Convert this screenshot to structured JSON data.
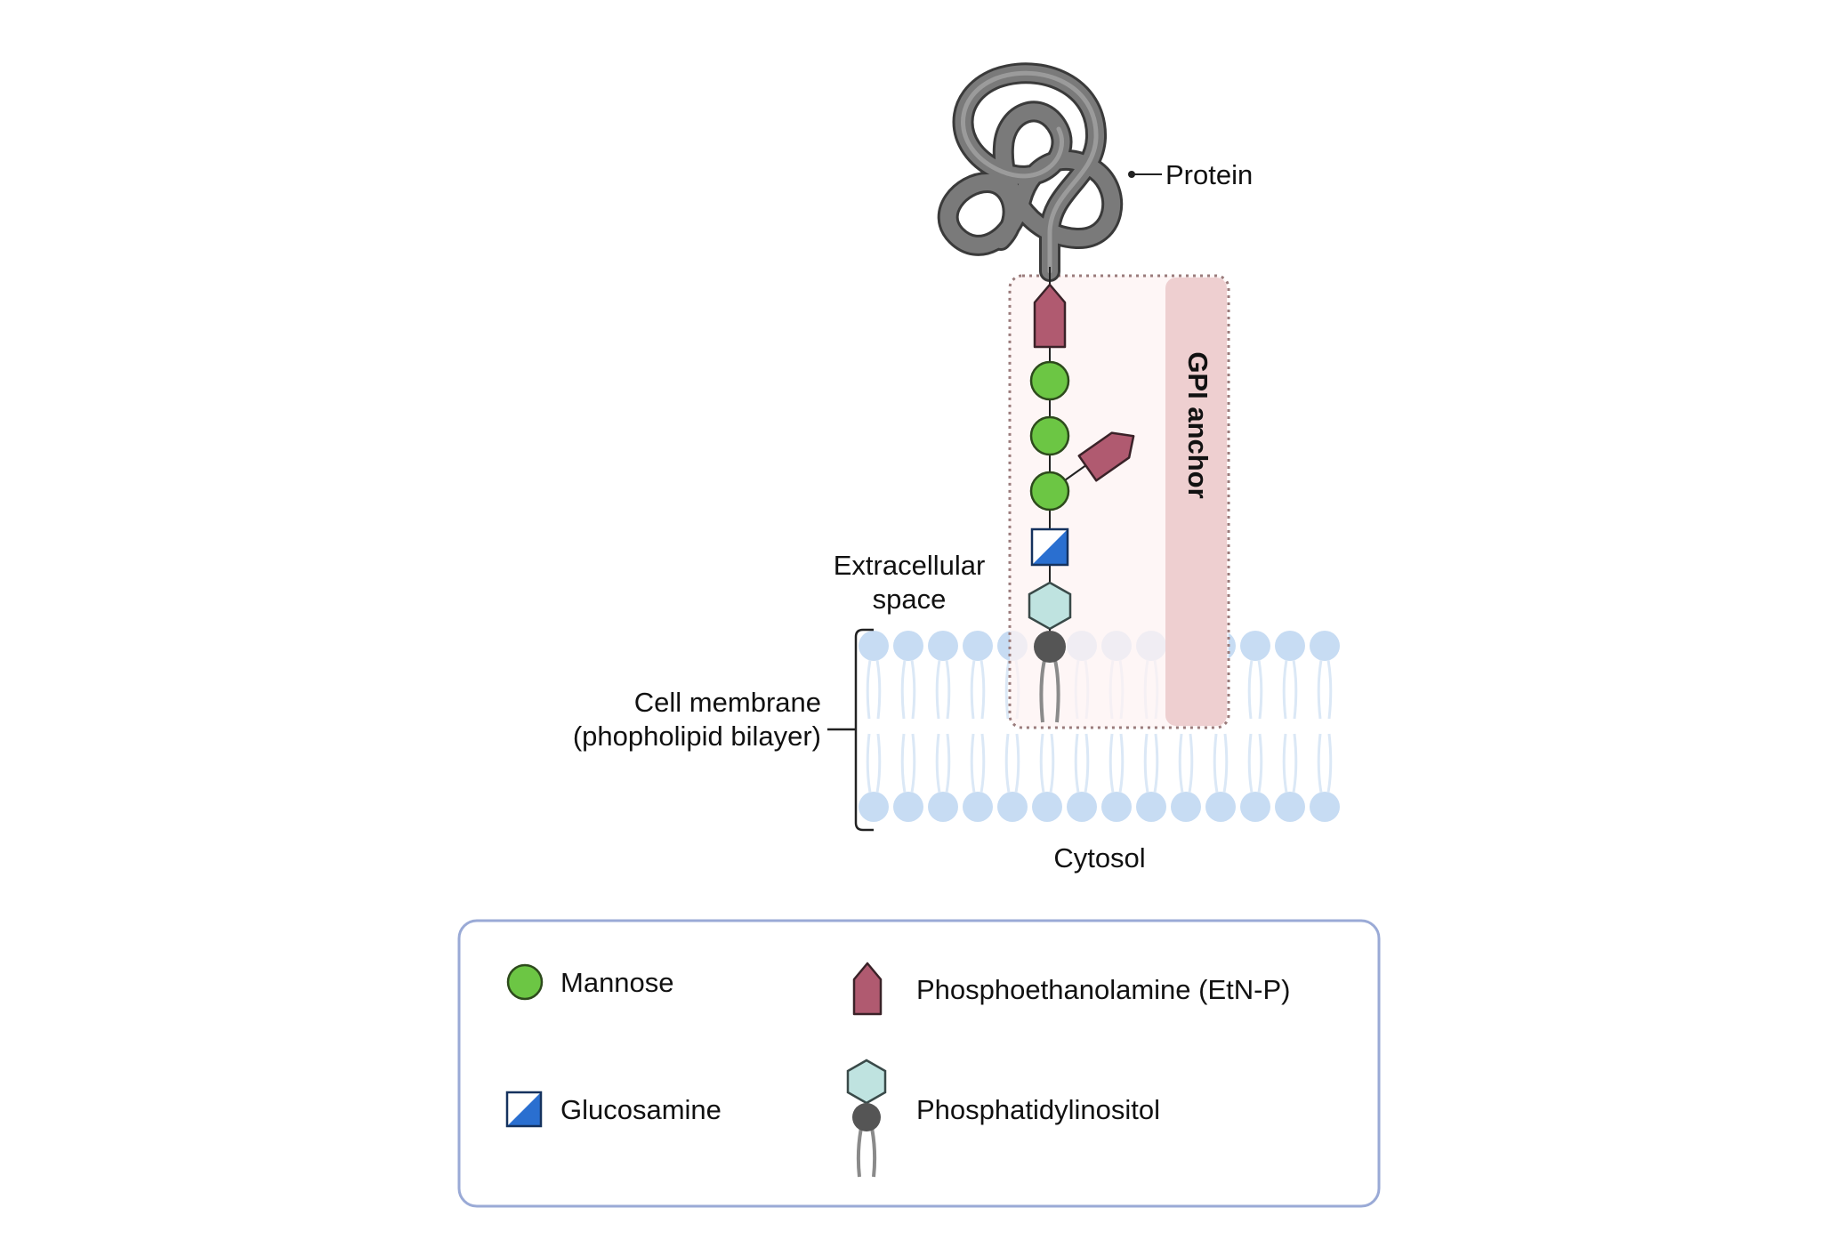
{
  "labels": {
    "protein": "Protein",
    "gpi_anchor": "GPI anchor",
    "extracellular": [
      "Extracellular",
      "space"
    ],
    "membrane": [
      "Cell membrane",
      "(phopholipid bilayer)"
    ],
    "cytosol": "Cytosol"
  },
  "legend": {
    "items": [
      {
        "key": "mannose",
        "label": "Mannose"
      },
      {
        "key": "glucosamine",
        "label": "Glucosamine"
      },
      {
        "key": "etnp",
        "label": "Phosphoethanolamine (EtN-P)"
      },
      {
        "key": "pi",
        "label": "Phosphatidylinositol"
      }
    ]
  },
  "colors": {
    "mannose": "#6cc644",
    "glucosamine": "#2a6fd0",
    "etnp": "#b05a70",
    "inositol": "#bfe3e0",
    "phosphate": "#555555",
    "lipid": "#c7dcf3",
    "protein": "#7a7a7a",
    "anchor_band": "#eecfd0",
    "legend_border": "#9aaad6"
  },
  "icons": {
    "mannose": "green-circle-icon",
    "glucosamine": "half-filled-square-icon",
    "etnp": "pentagon-arrow-icon",
    "pi": "phosphatidylinositol-icon",
    "protein": "coiled-protein-icon"
  }
}
